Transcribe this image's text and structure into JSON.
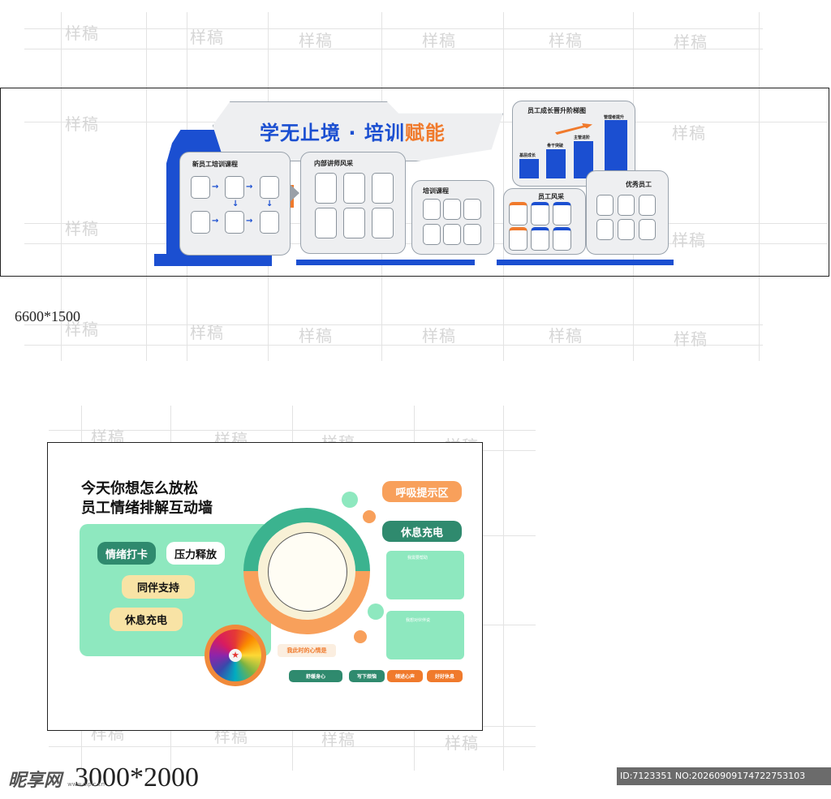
{
  "watermark": "样稿",
  "wall1": {
    "main_title_a": "学无止境 · 培训",
    "main_title_b": "赋能",
    "sections": {
      "new_staff": "新员工培训课程",
      "lecturers": "内部讲师风采",
      "courses": "培训课程",
      "staff_style": "员工风采",
      "ladder": "员工成长晋升阶梯图",
      "excellent": "优秀员工"
    },
    "ladder_steps": [
      "基层成长",
      "骨干突破",
      "主管进阶",
      "管理者提升"
    ],
    "size_label": "6600*1500"
  },
  "wall2": {
    "title_line1": "今天你想怎么放松",
    "title_line2": "员工情绪排解互动墙",
    "buttons": [
      "情绪打卡",
      "压力释放",
      "同伴支持",
      "休息充电"
    ],
    "right_labels": {
      "breath": "呼吸提示区",
      "rest": "休息充电",
      "box1": "我需要帮助",
      "box2": "我想对伙伴说"
    },
    "mood_prompt": "我此时的心情是",
    "bottom_tags": [
      "舒缓身心",
      "写下烦恼",
      "倾述心声",
      "好好休息"
    ],
    "size_label": "3000*2000"
  },
  "footer": {
    "logo_text": "昵享网",
    "logo_url": "www.nipic.cn",
    "id_text": "ID:7123351 NO:20260909174722753103"
  },
  "colors": {
    "blue": "#1b4fd1",
    "orange": "#f07a2c",
    "teal": "#3bb38f",
    "mint": "#8ee8bf",
    "light_orange": "#f8a05b",
    "cream": "#f8f1d6"
  }
}
